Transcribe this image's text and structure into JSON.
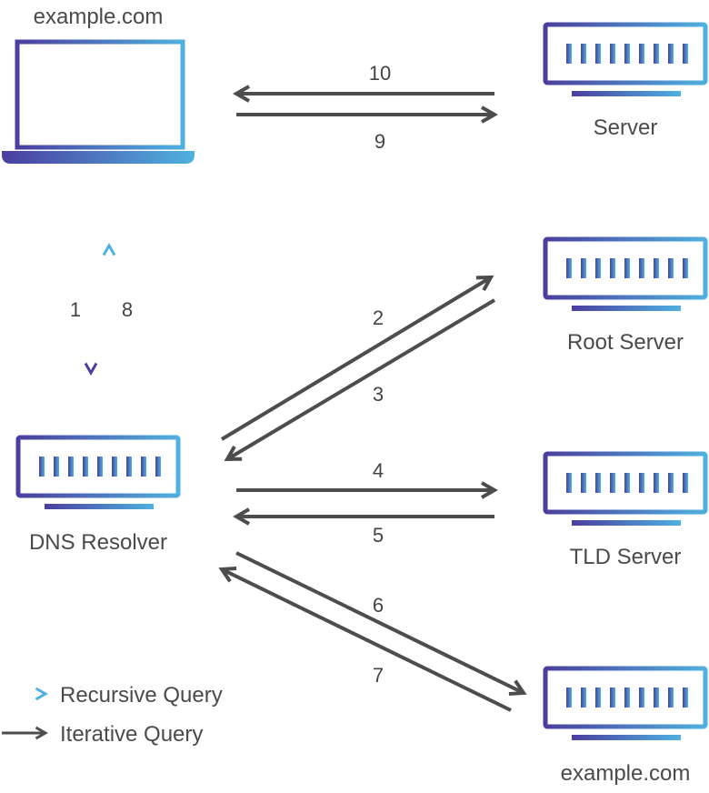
{
  "nodes": {
    "client": "example.com",
    "server": "Server",
    "resolver": "DNS Resolver",
    "root": "Root Server",
    "tld": "TLD Server",
    "authoritative": "example.com"
  },
  "steps": [
    "1",
    "2",
    "3",
    "4",
    "5",
    "6",
    "7",
    "8",
    "9",
    "10"
  ],
  "legend": {
    "recursive": "Recursive Query",
    "iterative": "Iterative Query"
  },
  "colors": {
    "gradient_start": "#4b3e9f",
    "gradient_end": "#4fb1df",
    "iterative_arrow": "#4d4d4f",
    "text": "#4a4a4a"
  }
}
